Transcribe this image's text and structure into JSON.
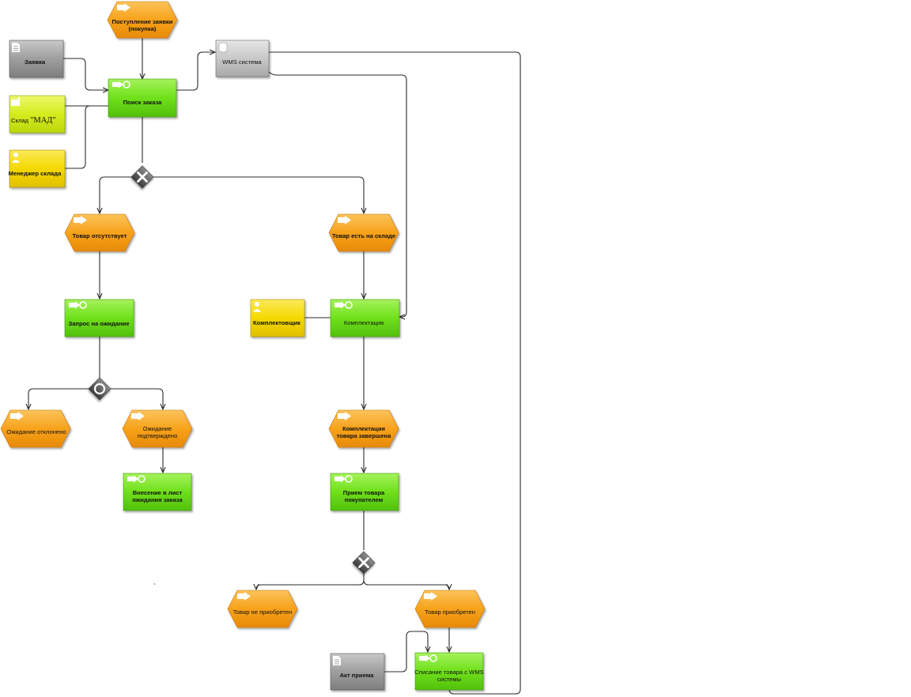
{
  "event_start": {
    "line1": "Поступление заявки",
    "line2": "(покупка)"
  },
  "doc_request": {
    "label": "Заявка"
  },
  "wms_system": {
    "label": "WMS система"
  },
  "func_search": {
    "label": "Поиск заказа"
  },
  "warehouse": {
    "prefix": "Склад ",
    "name": "\"МАД\""
  },
  "manager": {
    "label": "Менеджер склада"
  },
  "event_no_goods": {
    "label": "Товар отсутствует"
  },
  "event_in_stock": {
    "label": "Товар есть на складе"
  },
  "func_wait_request": {
    "label": "Запрос на ожидание"
  },
  "picker": {
    "label": "Комплектовщик"
  },
  "func_picking": {
    "label": "Комплектация"
  },
  "event_wait_rejected": {
    "label": "Ожидание отклонено"
  },
  "event_wait_confirmed": {
    "line1": "Ожидание",
    "line2": "подтверждено"
  },
  "event_picking_done": {
    "line1": "Комплектация",
    "line2": "товара завершена"
  },
  "func_waitlist": {
    "line1": "Внесение в лист",
    "line2": "ожидания заказа"
  },
  "func_accept": {
    "line1": "Прием товара",
    "line2": "покупателем"
  },
  "event_not_bought": {
    "label": "Товар не приобретен"
  },
  "event_bought": {
    "label": "Товар приобретен"
  },
  "doc_act": {
    "label": "Акт приема"
  },
  "func_writeoff": {
    "line1": "Списание товара с WMS",
    "line2": "системы"
  },
  "colors": {
    "event": "#f7a21b",
    "function": "#6fe01a",
    "role": "#f5d800",
    "org_unit": "#d4ec1e",
    "document": "#9a9a9a",
    "connector": "#5a5a5a"
  }
}
